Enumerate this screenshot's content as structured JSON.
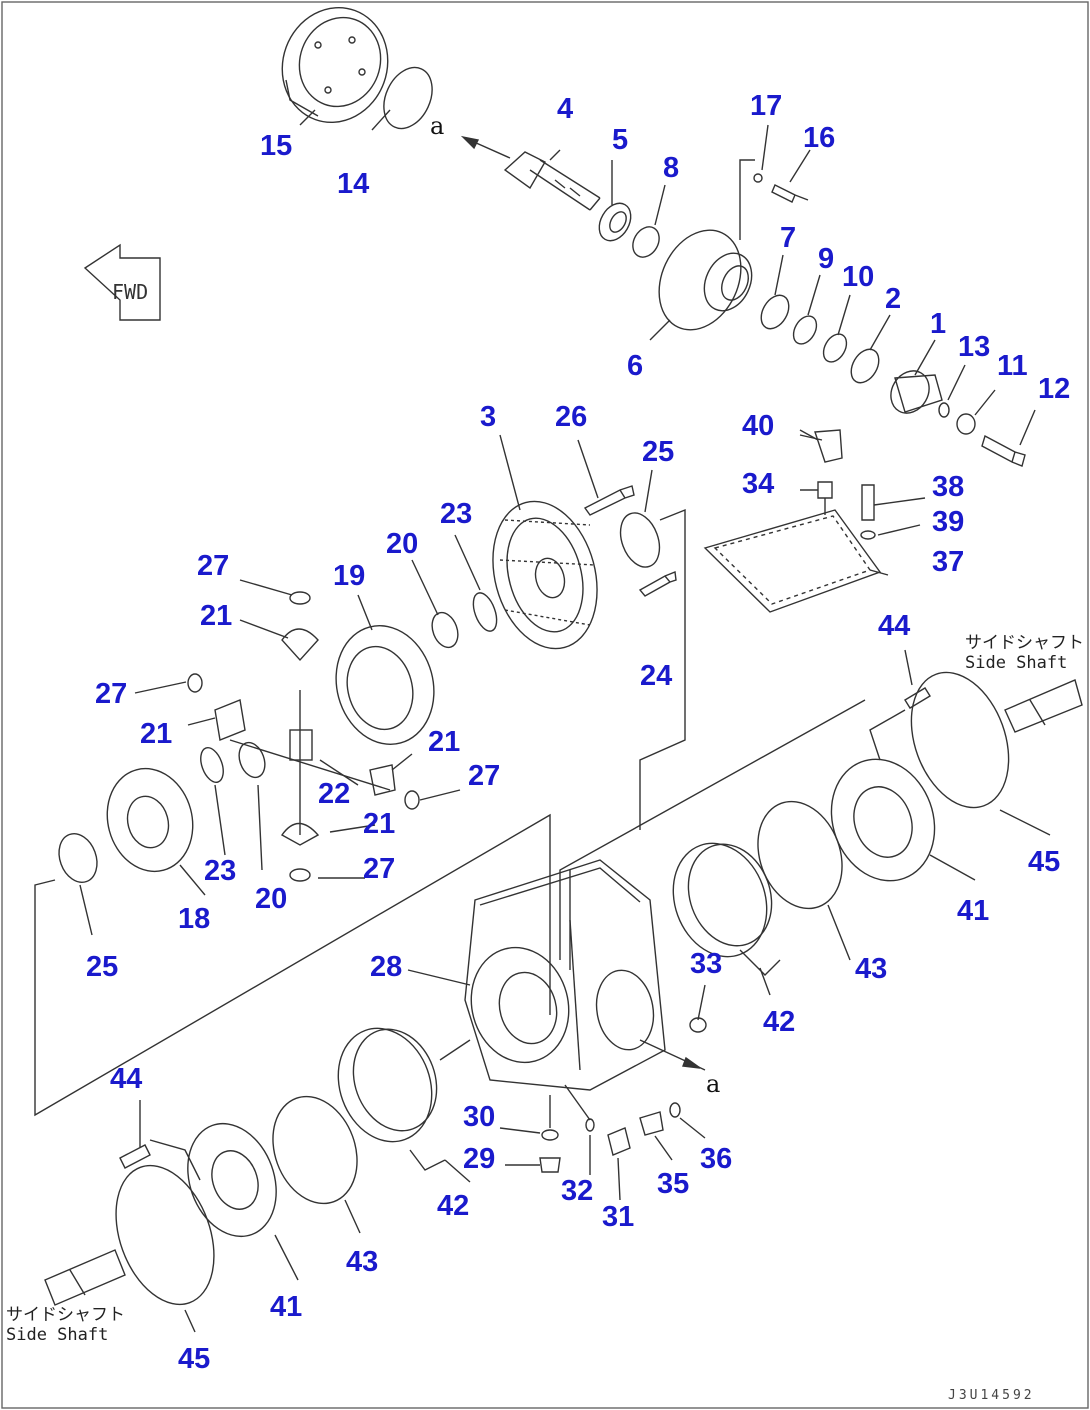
{
  "diagram": {
    "label_color": "#1a1acc",
    "line_color": "#333333",
    "forward_marker": "FWD",
    "reference_mark": "a",
    "drawing_code": "J3U14592",
    "side_shaft_note_jp": "サイドシャフト",
    "side_shaft_note_en": "Side Shaft",
    "part_numbers": {
      "p1": "1",
      "p2": "2",
      "p3": "3",
      "p4": "4",
      "p5": "5",
      "p6": "6",
      "p7": "7",
      "p8": "8",
      "p9": "9",
      "p10": "10",
      "p11": "11",
      "p12": "12",
      "p13": "13",
      "p14": "14",
      "p15": "15",
      "p16": "16",
      "p17": "17",
      "p18": "18",
      "p19": "19",
      "p20": "20",
      "p21": "21",
      "p22": "22",
      "p23": "23",
      "p24": "24",
      "p25": "25",
      "p26": "26",
      "p27": "27",
      "p28": "28",
      "p29": "29",
      "p30": "30",
      "p31": "31",
      "p32": "32",
      "p33": "33",
      "p34": "34",
      "p35": "35",
      "p36": "36",
      "p37": "37",
      "p38": "38",
      "p39": "39",
      "p40": "40",
      "p41": "41",
      "p42": "42",
      "p43": "43",
      "p44": "44",
      "p45": "45"
    }
  }
}
